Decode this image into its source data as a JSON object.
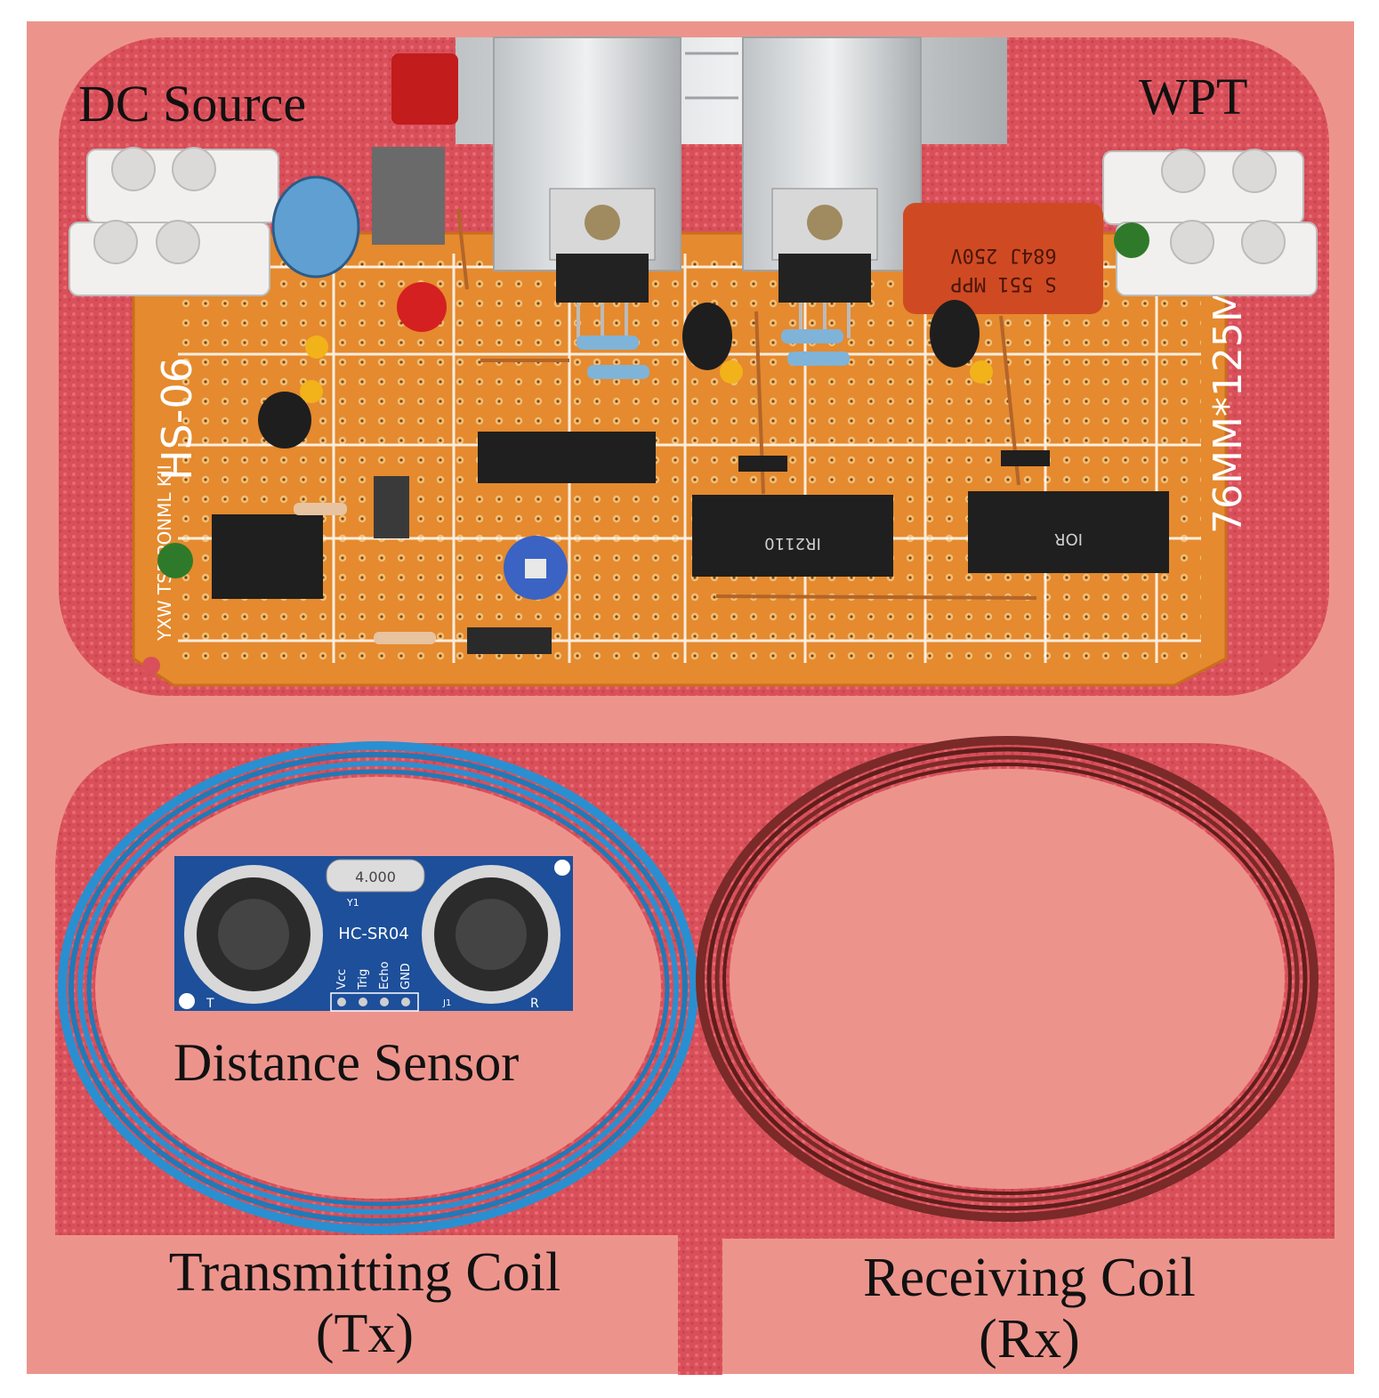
{
  "labels": {
    "dc_source": "DC Source",
    "wpt": "WPT",
    "distance_sensor": "Distance Sensor",
    "tx_line1": "Transmitting Coil",
    "tx_line2": "(Tx)",
    "rx_line1": "Receiving Coil",
    "rx_line2": "(Rx)"
  },
  "board": {
    "model": "HS-06",
    "size": "76MM*125MM",
    "row_letters_left": "YXW TSP PONML KJI",
    "ic_text_1": "IR2110",
    "ic_text_2": "IOR",
    "capacitor_text_1": "684J 250V",
    "capacitor_text_2": "S 551 MPP"
  },
  "sensor": {
    "model": "HC-SR04",
    "crystal": "4.000",
    "pins": [
      "Vcc",
      "Trig",
      "Echo",
      "GND"
    ],
    "left_mark": "T",
    "right_mark": "R",
    "y1": "Y1",
    "j1": "J1"
  },
  "colors": {
    "background": "#ec948c",
    "pcb": "#e58a2e",
    "tx_coil": "#2a8fd0",
    "rx_coil": "#7a2a28",
    "sensor_board": "#1d4f9a"
  }
}
